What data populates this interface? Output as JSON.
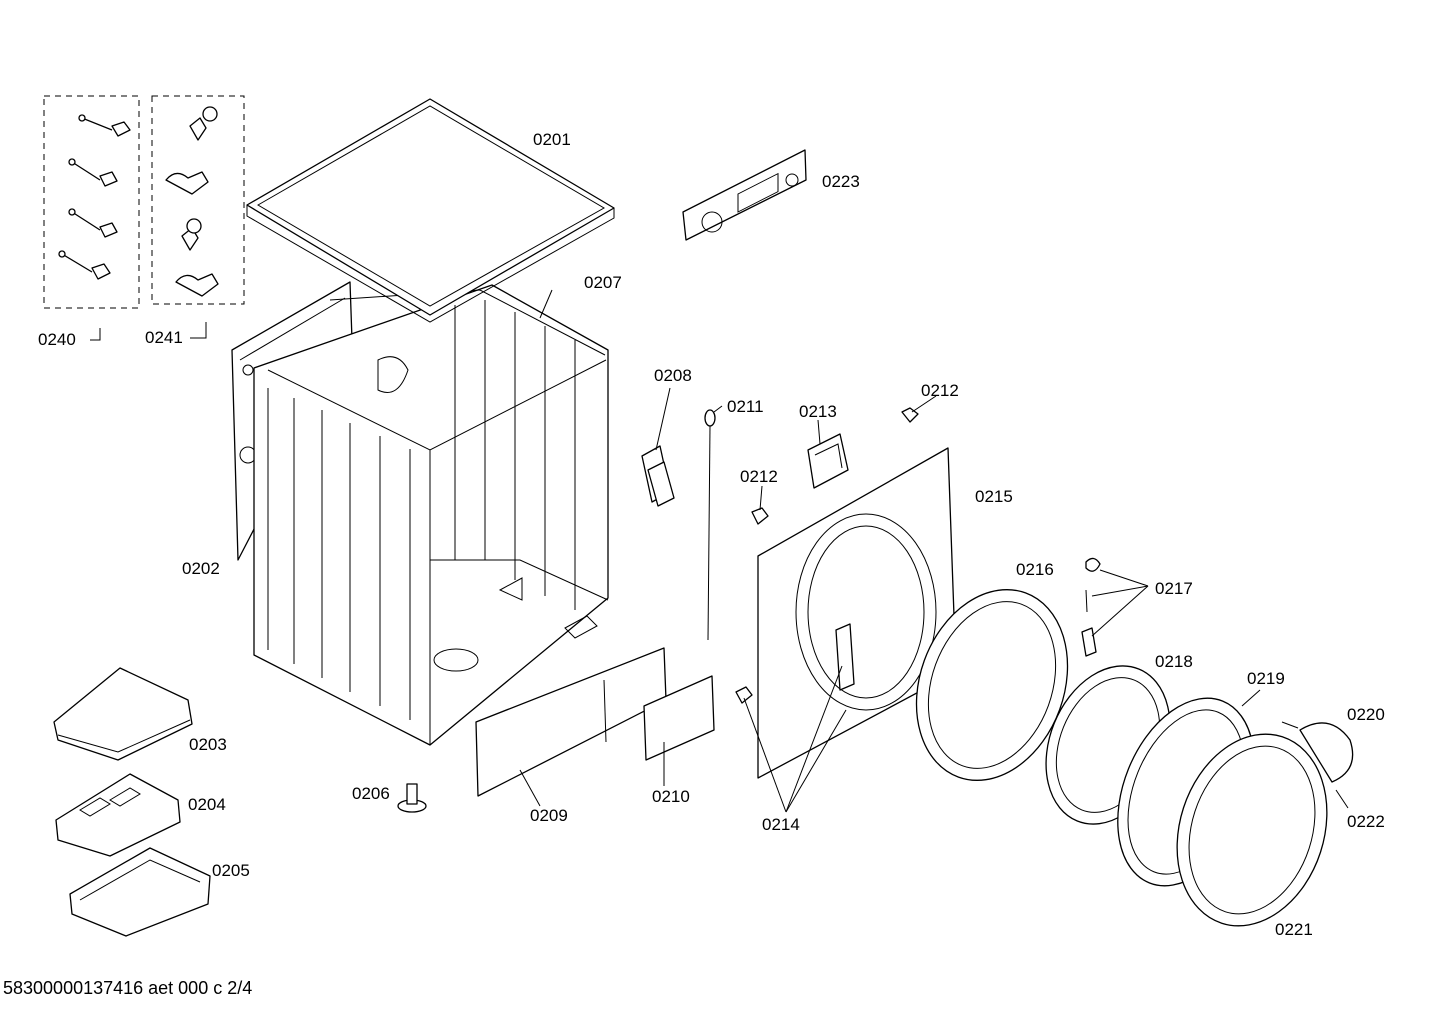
{
  "diagram": {
    "labels": {
      "p0201": "0201",
      "p0202": "0202",
      "p0203": "0203",
      "p0204": "0204",
      "p0205": "0205",
      "p0206": "0206",
      "p0207": "0207",
      "p0208": "0208",
      "p0209": "0209",
      "p0210": "0210",
      "p0211": "0211",
      "p0212a": "0212",
      "p0212b": "0212",
      "p0213": "0213",
      "p0214": "0214",
      "p0215": "0215",
      "p0216": "0216",
      "p0217": "0217",
      "p0218": "0218",
      "p0219": "0219",
      "p0220": "0220",
      "p0221": "0221",
      "p0222": "0222",
      "p0223": "0223",
      "p0240": "0240",
      "p0241": "0241"
    }
  },
  "footer": {
    "text": "58300000137416 aet 000 c 2/4"
  }
}
